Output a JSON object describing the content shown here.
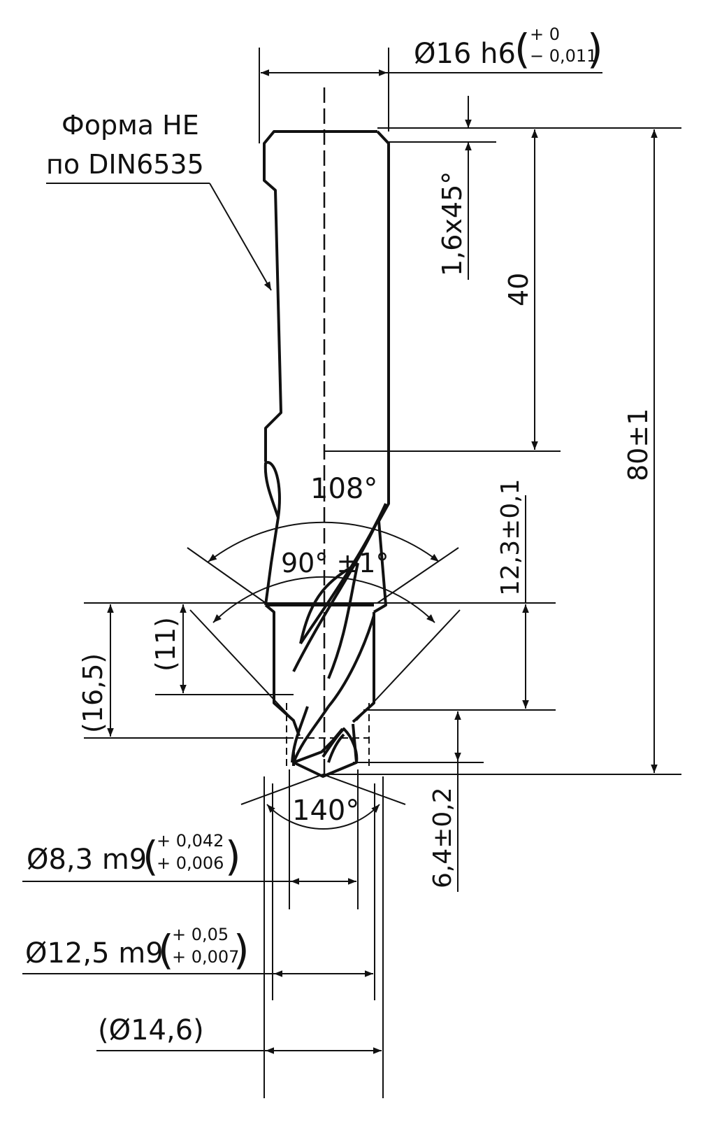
{
  "labels": {
    "shank_diameter": "Ø16 h6",
    "shank_tol_upper": "+ 0",
    "shank_tol_lower": "− 0,011",
    "form_line1": "Форма НЕ",
    "form_line2": "по DIN6535",
    "chamfer": "1,6x45°",
    "length_40": "40",
    "overall_length": "80±1",
    "angle_108": "108°",
    "angle_90": "90° ±1°",
    "step_length": "12,3±0,1",
    "length_16_5": "(16,5)",
    "length_11": "(11)",
    "angle_140": "140°",
    "pilot_length": "6,4±0,2",
    "pilot_diameter": "Ø8,3 m9",
    "pilot_tol_upper": "+ 0,042",
    "pilot_tol_lower": "+ 0,006",
    "step_diameter": "Ø12,5 m9",
    "step_tol_upper": "+ 0,05",
    "step_tol_lower": "+ 0,007",
    "chamfer_diameter": "(Ø14,6)"
  },
  "colors": {
    "line": "#111111",
    "background": "#ffffff"
  }
}
